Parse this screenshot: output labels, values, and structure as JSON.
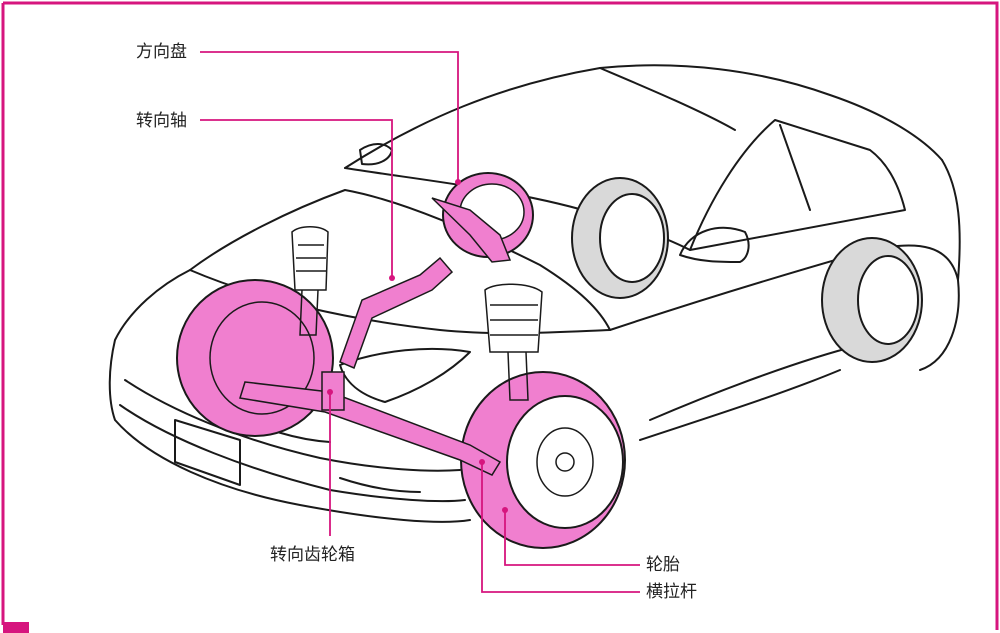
{
  "labels": {
    "steering_wheel": "方向盘",
    "steering_shaft": "转向轴",
    "steering_gearbox": "转向齿轮箱",
    "tire": "轮胎",
    "tie_rod": "横拉杆"
  },
  "colors": {
    "accent": "#d6157e",
    "highlight_fill": "#f07fcf",
    "outline": "#1a1a1a",
    "rear_tire": "#d9d9d9"
  }
}
